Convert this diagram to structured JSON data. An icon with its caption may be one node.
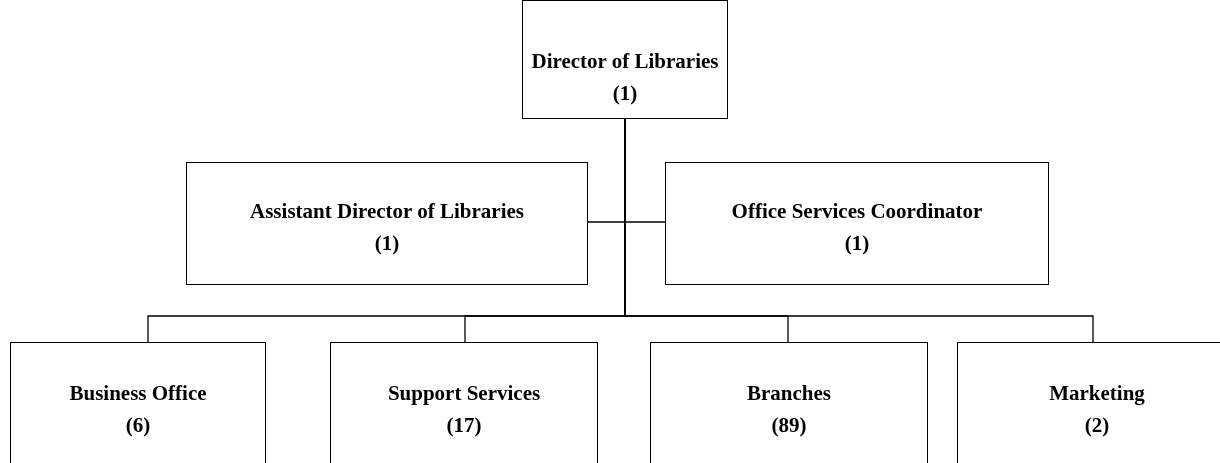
{
  "diagram": {
    "nodes": [
      {
        "text": [
          "Director of Libraries",
          "(1)"
        ]
      },
      {
        "text": [
          "Assistant Director of Libraries",
          "(1)"
        ]
      },
      {
        "text": [
          "Office Services Coordinator",
          "(1)"
        ]
      },
      {
        "text": [
          "Business Office",
          "(6)"
        ]
      },
      {
        "text": [
          "Support Services",
          "(17)"
        ]
      },
      {
        "text": [
          "Branches",
          "(89)"
        ]
      },
      {
        "text": [
          "Marketing",
          "(2)"
        ]
      }
    ],
    "edges": [
      {
        "from": 0,
        "to": 1,
        "arrow": "none"
      },
      {
        "from": 0,
        "to": 2,
        "arrow": "none"
      },
      {
        "from": 0,
        "to": 3,
        "arrow": "none"
      },
      {
        "from": 0,
        "to": 4,
        "arrow": "none"
      },
      {
        "from": 0,
        "to": 5,
        "arrow": "none"
      },
      {
        "from": 0,
        "to": 6,
        "arrow": "none"
      }
    ]
  }
}
